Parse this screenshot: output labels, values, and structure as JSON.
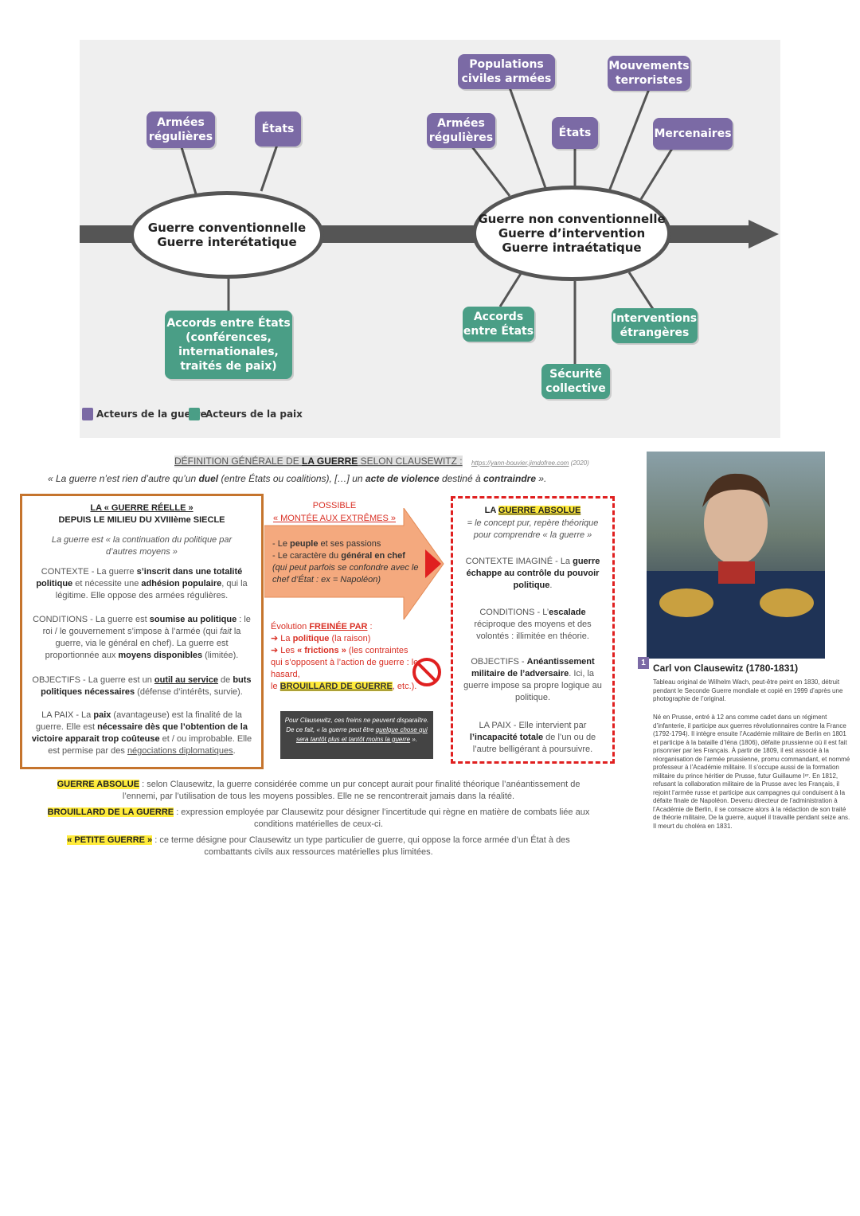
{
  "diagram": {
    "left_ellipse": {
      "line1": "Guerre conventionnelle",
      "line2": "Guerre interétatique"
    },
    "right_ellipse": {
      "line1": "Guerre non conventionnelle",
      "line2": "Guerre d’intervention",
      "line3": "Guerre intraétatique"
    },
    "left_top": [
      {
        "line1": "Armées",
        "line2": "régulières"
      },
      {
        "line1": "États",
        "line2": ""
      }
    ],
    "left_bottom": {
      "line1": "Accords entre États",
      "line2": "(conférences,",
      "line3": "internationales,",
      "line4": "traités de paix)"
    },
    "right_top": [
      {
        "line1": "Populations",
        "line2": "civiles armées"
      },
      {
        "line1": "Mouvements",
        "line2": "terroristes"
      },
      {
        "line1": "Armées",
        "line2": "régulières"
      },
      {
        "line1": "États",
        "line2": ""
      },
      {
        "line1": "Mercenaires",
        "line2": ""
      }
    ],
    "right_bottom": [
      {
        "line1": "Accords",
        "line2": "entre États"
      },
      {
        "line1": "Interventions",
        "line2": "étrangères"
      },
      {
        "line1": "Sécurité",
        "line2": "collective"
      }
    ],
    "legend": {
      "war": "Acteurs de la guerre",
      "peace": "Acteurs de la paix"
    },
    "colors": {
      "war": "#7b6aa5",
      "peace": "#4a9e86"
    }
  },
  "definition": {
    "title_a": "DÉFINITION GÉNÉRALE DE ",
    "title_b": "LA GUERRE",
    "title_c": " SELON CLAUSEWITZ :",
    "source": "https://yann-bouvier.jimdofree.com",
    "source_year": "(2020)",
    "quote_a": "« La guerre n’est rien d’autre qu’un ",
    "quote_duel": "duel",
    "quote_b": " (entre États ou coalitions), […] un ",
    "quote_acte": "acte de violence",
    "quote_c": " destiné à ",
    "quote_contraindre": "contraindre",
    "quote_d": " »."
  },
  "left_box": {
    "title1": "LA « GUERRE RÉELLE »",
    "title2": "DEPUIS LE MILIEU DU XVIIIème SIECLE",
    "intro": "La guerre est « la continuation du politique par d’autres moyens »",
    "ctx_label": "CONTEXTE - La guerre ",
    "ctx_b1": "s’inscrit dans une totalité politique",
    "ctx_t1": " et nécessite une ",
    "ctx_b2": "adhésion populaire",
    "ctx_t2": ", qui la légitime. Elle oppose des armées régulières.",
    "cond_label": "CONDITIONS - La guerre est ",
    "cond_b1": "soumise au politique",
    "cond_t1": " : le roi / le gouvernement s’impose à l’armée (qui ",
    "cond_i": "fait",
    "cond_t2": " la guerre, via le général en chef). La guerre est proportionnée aux ",
    "cond_b2": "moyens disponibles",
    "cond_t3": " (limitée).",
    "obj_label": "OBJECTIFS - La guerre est un ",
    "obj_b1": "outil au service",
    "obj_t1": " de ",
    "obj_b2": "buts politiques nécessaires",
    "obj_t2": " (défense d’intérêts, survie).",
    "paix_label": "LA PAIX - La ",
    "paix_b1": "paix",
    "paix_t1": " (avantageuse) est la finalité de la guerre. Elle est ",
    "paix_b2": "nécessaire dès que l’obtention de la victoire apparait trop coûteuse",
    "paix_t2": " et / ou improbable. Elle est permise par des ",
    "paix_u": "négociations diplomatiques",
    "paix_t3": "."
  },
  "middle": {
    "possible": "POSSIBLE",
    "montee": "« MONTÉE AUX EXTRÊMES »",
    "arrow_l1a": "- Le ",
    "arrow_l1b": "peuple",
    "arrow_l1c": " et ses passions",
    "arrow_l2a": "- Le caractère du ",
    "arrow_l2b": "général en chef",
    "arrow_l3": "(qui peut parfois se confondre avec le chef d’État : ex = Napoléon)",
    "evol_a": "Évolution ",
    "evol_b": "FREINÉE PAR",
    "evol_c": " :",
    "item1_a": "➔ La ",
    "item1_b": "politique",
    "item1_c": " (la raison)",
    "item2_a": "➔ Les ",
    "item2_b": "« frictions »",
    "item2_c": " (les contraintes qui s’opposent à l’action de guerre : le hasard,",
    "item3_a": "le ",
    "item3_b": "BROUILLARD DE GUERRE",
    "item3_c": ", etc.).",
    "note_a": "Pour Clausewitz, ces freins ne peuvent disparaître. De ce fait, « la guerre peut être ",
    "note_u": "quelque chose qui sera tantôt plus et tantôt moins la guerre",
    "note_b": " »."
  },
  "right_box": {
    "title_a": "LA ",
    "title_b": "GUERRE ABSOLUE",
    "sub": "= le concept pur, repère théorique pour comprendre « la guerre »",
    "ctx_a": "CONTEXTE IMAGINÉ - La ",
    "ctx_b": "guerre échappe au contrôle du pouvoir politique",
    "ctx_c": ".",
    "cond_a": "CONDITIONS - L’",
    "cond_b": "escalade",
    "cond_c": " réciproque des moyens et des volontés : illimitée en théorie.",
    "obj_a": "OBJECTIFS - ",
    "obj_b": "Anéantissement militaire de l’adversaire",
    "obj_c": ". Ici, la guerre impose sa propre logique au politique.",
    "paix_a": "LA PAIX - Elle intervient par ",
    "paix_b": "l’incapacité totale",
    "paix_c": " de l’un ou de l’autre belligérant à poursuivre."
  },
  "glossary": [
    {
      "term": "GUERRE ABSOLUE",
      "def": " : selon Clausewitz, la guerre considérée comme un pur concept aurait pour finalité théorique l’anéantissement de l’ennemi, par l’utilisation de tous les moyens possibles. Elle ne se rencontrerait jamais dans la réalité."
    },
    {
      "term": "BROUILLARD DE LA GUERRE",
      "def": " : expression employée par Clausewitz pour désigner l’incertitude qui règne en matière de combats liée aux conditions matérielles de ceux-ci."
    },
    {
      "term": "« PETITE GUERRE »",
      "def": " : ce terme désigne pour Clausewitz un type particulier de guerre, qui oppose la force armée d’un État à des combattants civils aux ressources matérielles plus limitées."
    }
  ],
  "portrait": {
    "number": "1",
    "name": "Carl von Clausewitz (1780-1831)",
    "caption": "Tableau original de Wilhelm Wach, peut-être peint en 1830, détruit pendant le Seconde Guerre mondiale et copié en 1999 d’après une photographie de l’original.",
    "bio": "Né en Prusse, entré à 12 ans comme cadet dans un régiment d’infanterie, il participe aux guerres révolutionnaires contre la France (1792-1794). Il intègre ensuite l’Académie militaire de Berlin en 1801 et participe à la bataille d’Iéna (1806), défaite prussienne où il est fait prisonnier par les Français. À partir de 1809, il est associé à la réorganisation de l’armée prussienne, promu commandant, et nommé professeur à l’Académie militaire. Il s’occupe aussi de la formation militaire du prince héritier de Prusse, futur Guillaume Iᵉʳ. En 1812, refusant la collaboration militaire de la Prusse avec les Français, il rejoint l’armée russe et participe aux campagnes qui conduisent à la défaite finale de Napoléon. Devenu directeur de l’administration à l’Académie de Berlin, il se consacre alors à la rédaction de son traité de théorie militaire, De la guerre, auquel il travaille pendant seize ans. Il meurt du choléra en 1831."
  }
}
